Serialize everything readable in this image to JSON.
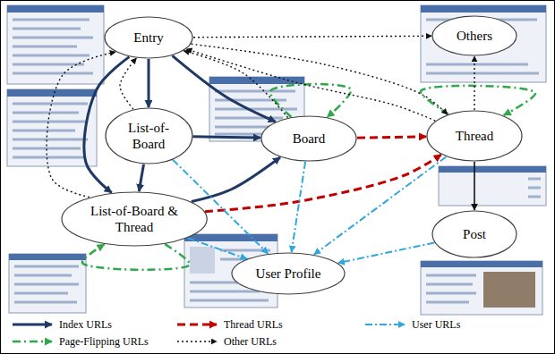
{
  "diagram": {
    "nodes": [
      {
        "text": [
          "Entry"
        ]
      },
      {
        "text": [
          "Others"
        ]
      },
      {
        "text": [
          "List-of-Board"
        ]
      },
      {
        "text": [
          "Board"
        ]
      },
      {
        "text": [
          "Thread"
        ]
      },
      {
        "text": [
          "List-of-Board & Thread"
        ]
      },
      {
        "text": [
          "Post"
        ]
      },
      {
        "text": [
          "User Profile"
        ]
      }
    ],
    "edges": [
      {
        "from": 0,
        "to": 2,
        "arrow": "to"
      },
      {
        "from": 0,
        "to": 3,
        "arrow": "to"
      },
      {
        "from": 0,
        "to": 5,
        "arrow": "to"
      },
      {
        "from": 2,
        "to": 3,
        "arrow": "to"
      },
      {
        "from": 2,
        "to": 5,
        "arrow": "to"
      },
      {
        "from": 5,
        "to": 3,
        "arrow": "to"
      },
      {
        "from": 3,
        "to": 4,
        "arrow": "to"
      },
      {
        "from": 5,
        "to": 4,
        "arrow": "to"
      },
      {
        "from": 2,
        "to": 7,
        "arrow": "to"
      },
      {
        "from": 3,
        "to": 7,
        "arrow": "to"
      },
      {
        "from": 4,
        "to": 7,
        "arrow": "to"
      },
      {
        "from": 6,
        "to": 7,
        "arrow": "to"
      },
      {
        "from": 5,
        "to": 7,
        "arrow": "to"
      },
      {
        "from": 3,
        "to": 3,
        "arrow": "to"
      },
      {
        "from": 4,
        "to": 4,
        "arrow": "to"
      },
      {
        "from": 5,
        "to": 5,
        "arrow": "to"
      },
      {
        "from": 0,
        "to": 1,
        "arrow": "to"
      },
      {
        "from": 0,
        "to": 4,
        "arrow": "to"
      },
      {
        "from": 4,
        "to": 1,
        "arrow": "to"
      },
      {
        "from": 2,
        "to": 0,
        "arrow": "to"
      },
      {
        "from": 3,
        "to": 0,
        "arrow": "to"
      },
      {
        "from": 4,
        "to": 0,
        "arrow": "to"
      },
      {
        "from": 5,
        "to": 0,
        "arrow": "to"
      },
      {
        "from": 4,
        "to": 6,
        "arrow": "to"
      }
    ],
    "legend": [
      {
        "text": "Index URLs"
      },
      {
        "text": "Thread URLs"
      },
      {
        "text": "User URLs"
      },
      {
        "text": "Page-Flipping URLs"
      },
      {
        "text": "Other URLs"
      }
    ]
  }
}
